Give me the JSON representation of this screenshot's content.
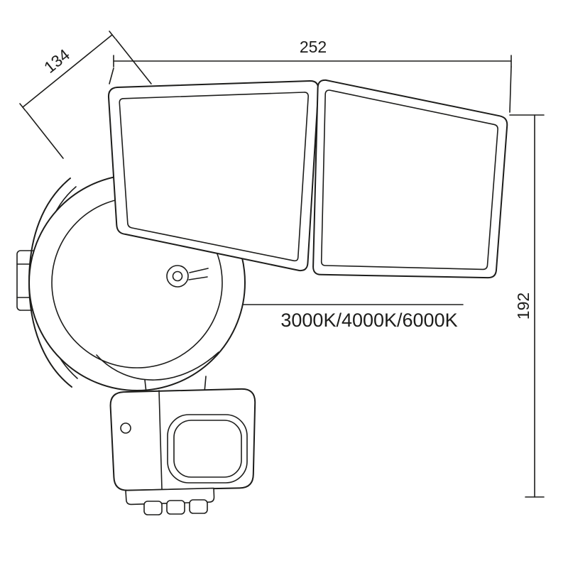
{
  "diagram": {
    "type": "technical-dimension-drawing",
    "subject": "wall-mounted dual-head LED security floodlight with motion sensor",
    "colors": {
      "background": "#ffffff",
      "line": "#1d1d1b"
    },
    "dims": {
      "width": "252",
      "depth": "134",
      "height": "192"
    },
    "color_temp": "3000K/4000K/6000K"
  }
}
